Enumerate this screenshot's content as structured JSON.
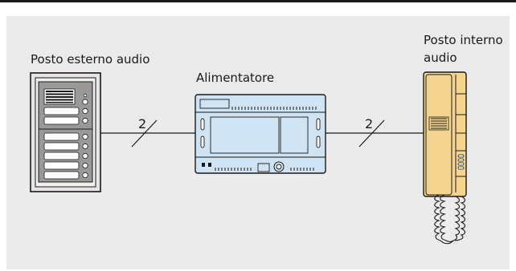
{
  "labels": {
    "outdoor_station": "Posto esterno audio",
    "power_supply": "Alimentatore",
    "indoor_station_line1": "Posto interno",
    "indoor_station_line2": "audio"
  },
  "connections": {
    "left_wires": "2",
    "right_wires": "2"
  },
  "colors": {
    "background": "#ebebeb",
    "outdoor_panel_outer": "#e8e4e3",
    "power_supply_body": "#cfe3f2",
    "handset": "#f5d48f"
  }
}
